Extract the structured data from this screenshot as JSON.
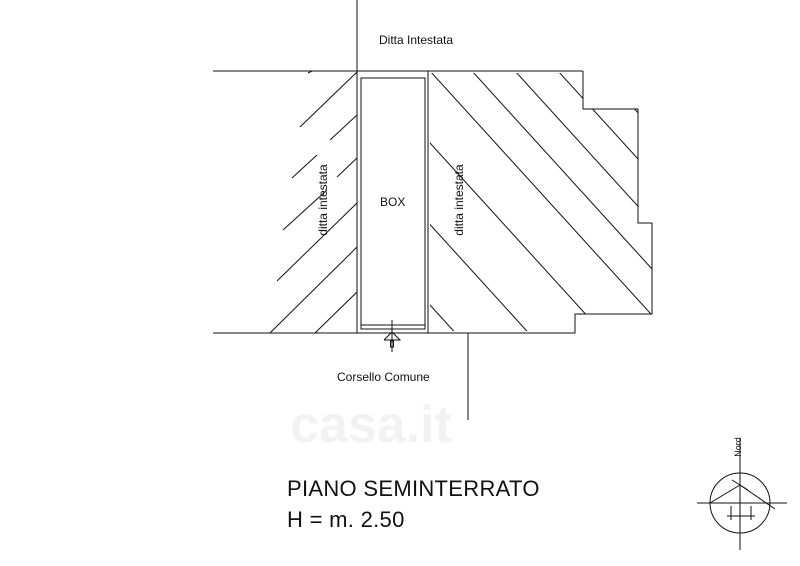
{
  "labels": {
    "top": "Ditta Intestata",
    "left": "ditta intestata",
    "right": "ditta intestata",
    "box": "BOX",
    "bottom": "Corsello Comune"
  },
  "title": {
    "line1": "PIANO SEMINTERRATO",
    "line2": "H = m. 2.50"
  },
  "compass": {
    "label": "Nord"
  },
  "watermark": "casa.it",
  "colors": {
    "ink": "#111111",
    "watermark": "#f2f2f2"
  }
}
